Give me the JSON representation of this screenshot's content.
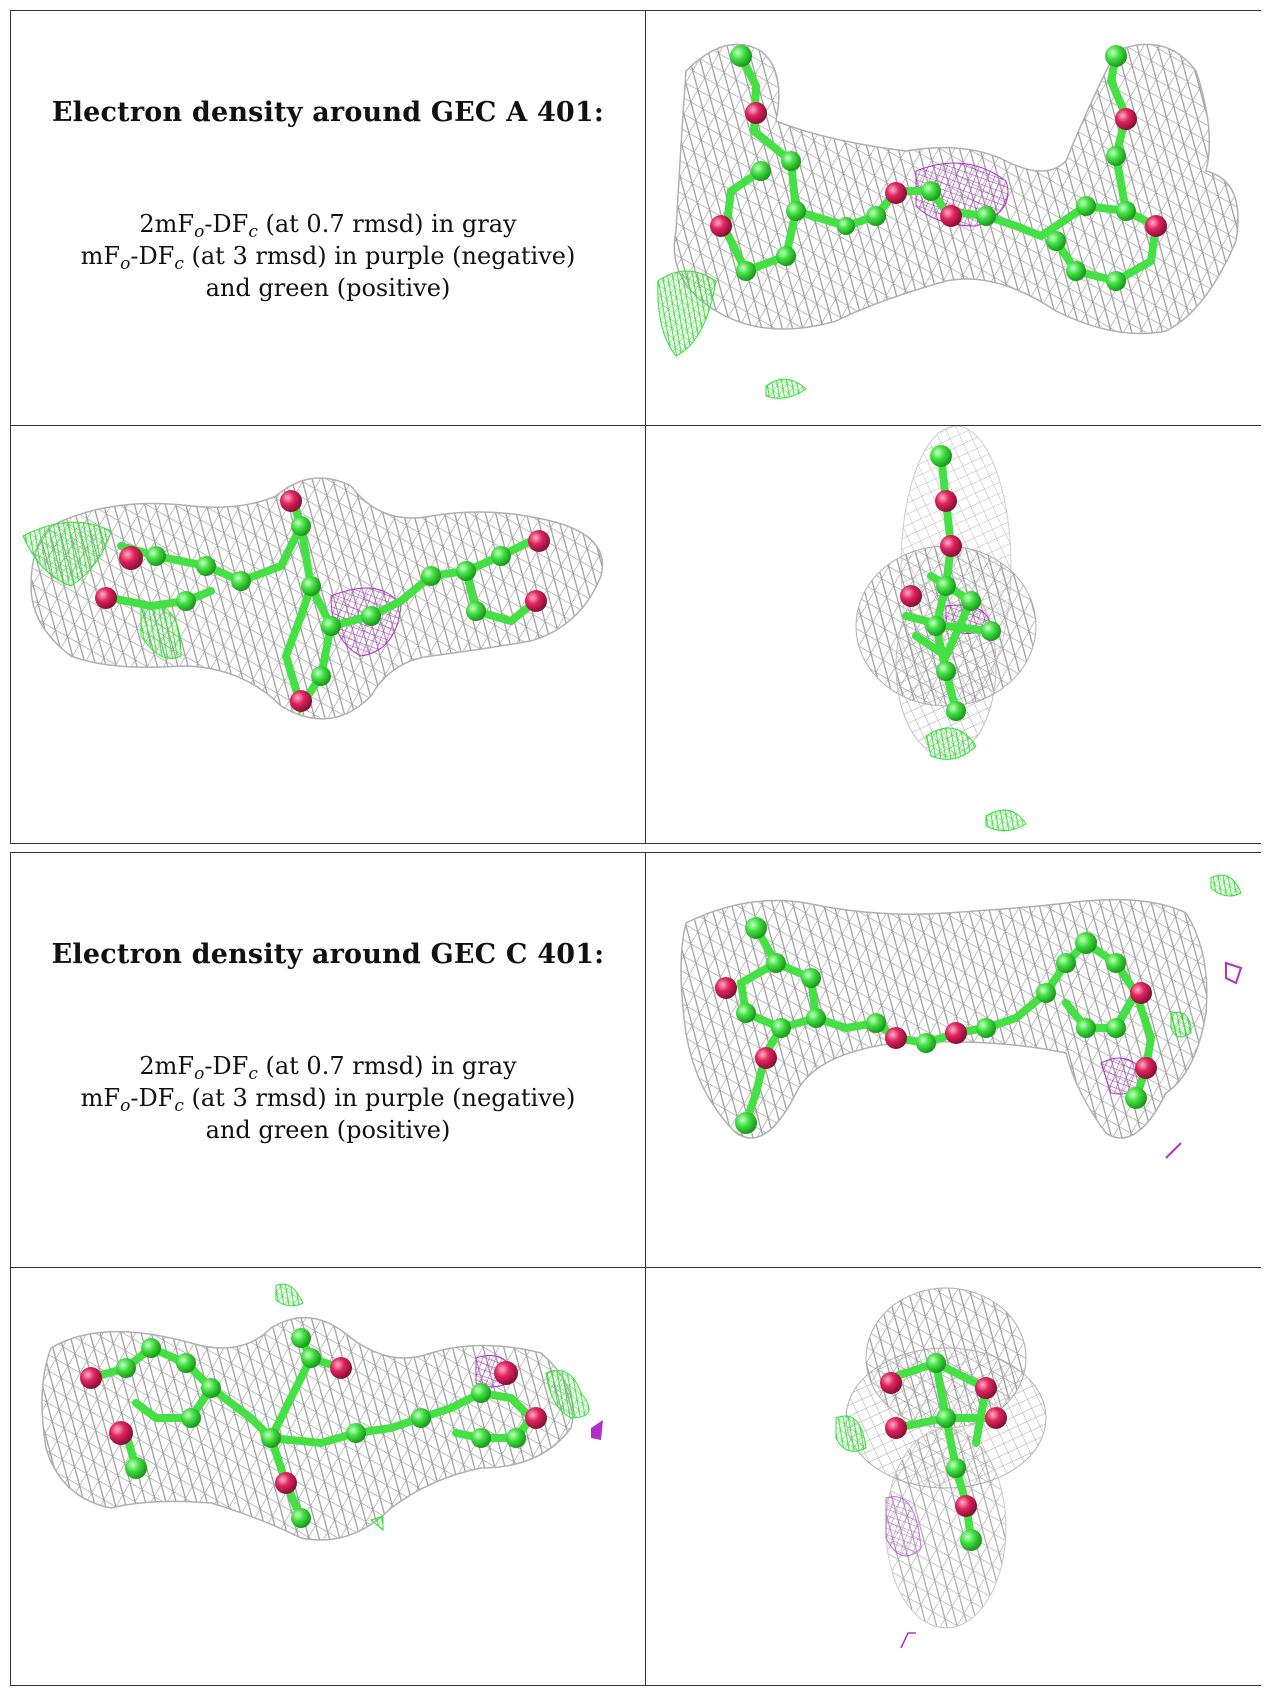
{
  "panels": [
    {
      "heading": "Electron density around GEC A 401:",
      "caption": {
        "line1": {
          "pre": "2mF",
          "s1": "o",
          "mid": "-DF",
          "s2": "c",
          "post": " (at 0.7 rmsd) in gray"
        },
        "line2": {
          "pre": "mF",
          "s1": "o",
          "mid": "-DF",
          "s2": "c",
          "post": " (at 3 rmsd) in purple (negative)"
        },
        "line3": "and green (positive)"
      }
    },
    {
      "heading": "Electron density around GEC C 401:",
      "caption": {
        "line1": {
          "pre": "2mF",
          "s1": "o",
          "mid": "-DF",
          "s2": "c",
          "post": " (at 0.7 rmsd) in gray"
        },
        "line2": {
          "pre": "mF",
          "s1": "o",
          "mid": "-DF",
          "s2": "c",
          "post": " (at 3 rmsd) in purple (negative)"
        },
        "line3": "and green (positive)"
      }
    }
  ],
  "colors": {
    "mesh_gray": "#9a9a9a",
    "atom_green": "#44e044",
    "atom_oxygen": "#e0245e",
    "negative_purple": "#b030c8",
    "positive_green": "#35e035"
  }
}
